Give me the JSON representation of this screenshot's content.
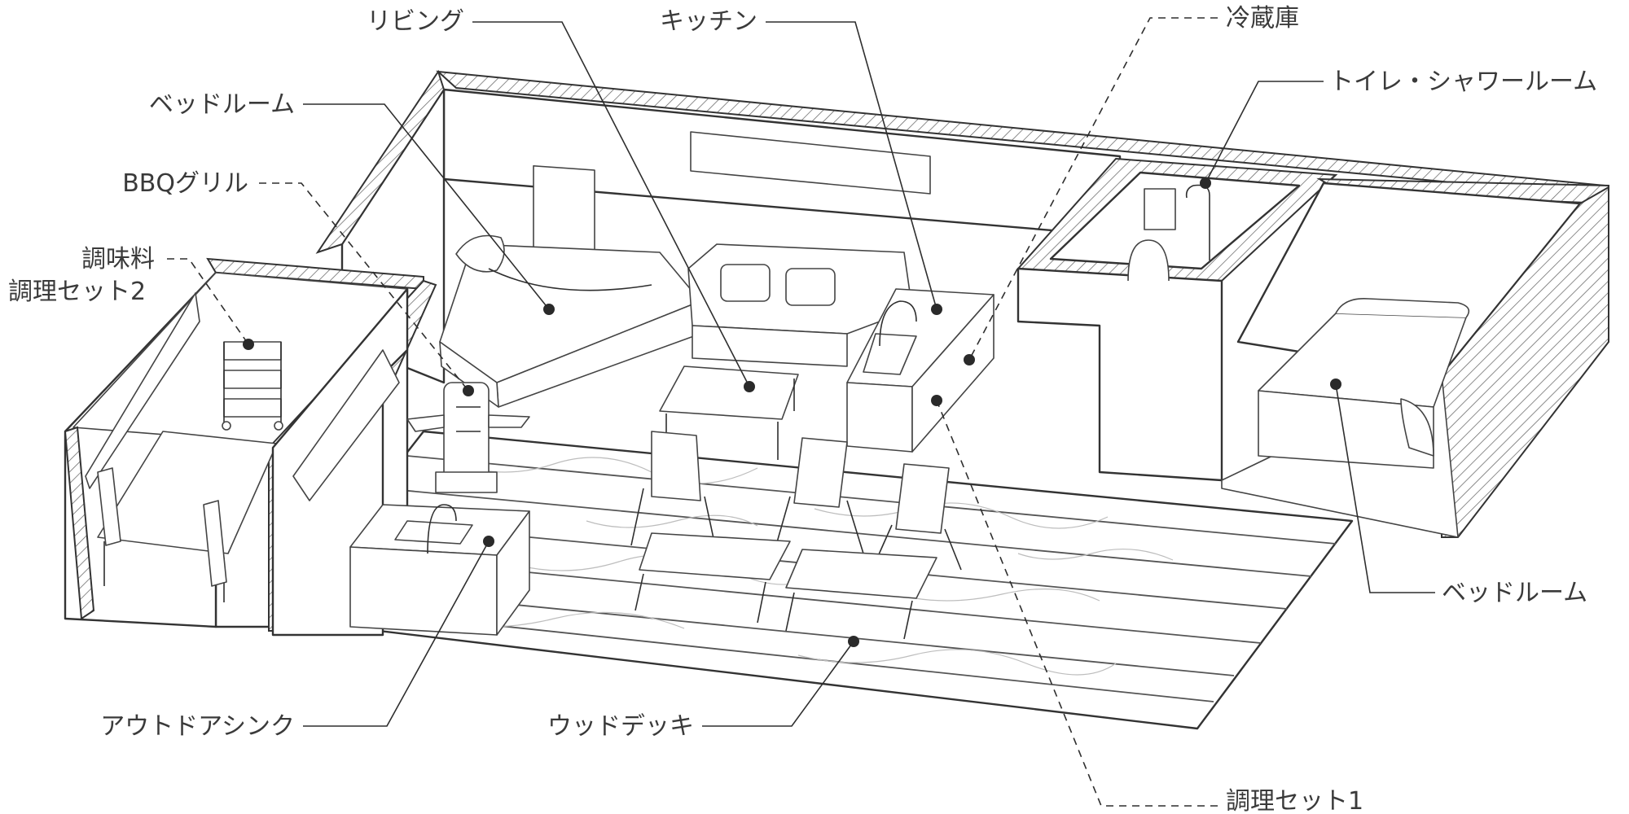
{
  "labels": {
    "living": "リビング",
    "kitchen": "キッチン",
    "fridge": "冷蔵庫",
    "toilet_shower": "トイレ・シャワールーム",
    "bedroom_left": "ベッドルーム",
    "bbq": "BBQグリル",
    "seasoning": "調味料",
    "cooking_set_2": "調理セット2",
    "bedroom_right": "ベッドルーム",
    "outdoor_sink": "アウトドアシンク",
    "wood_deck": "ウッドデッキ",
    "cooking_set_1": "調理セット1"
  }
}
